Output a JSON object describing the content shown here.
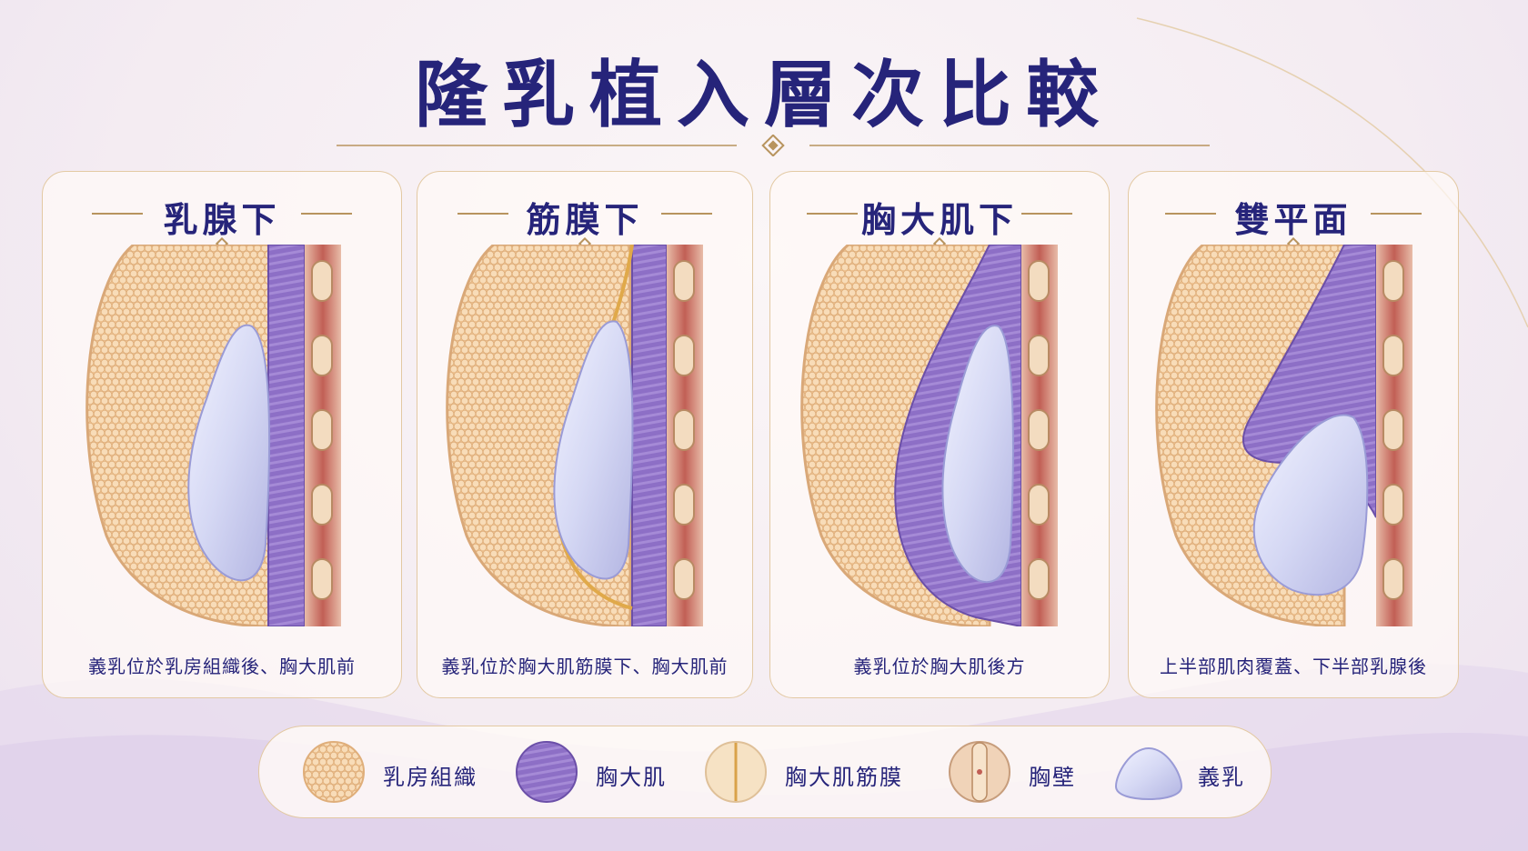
{
  "title": "隆乳植入層次比較",
  "colors": {
    "title_navy": "#26247a",
    "gold": "#b8945e",
    "breast_tissue": "#f4cfa3",
    "pectoralis_muscle": "#8b6cc2",
    "implant": "#d9dcf5",
    "chest_wall_red": "#c9685c"
  },
  "panels": [
    {
      "title": "乳腺下",
      "desc": "義乳位於乳房組織後、胸大肌前"
    },
    {
      "title": "筋膜下",
      "desc": "義乳位於胸大肌筋膜下、胸大肌前"
    },
    {
      "title": "胸大肌下",
      "desc": "義乳位於胸大肌後方"
    },
    {
      "title": "雙平面",
      "desc": "上半部肌肉覆蓋、下半部乳腺後"
    }
  ],
  "legend": [
    {
      "label": "乳房組織",
      "icon": "breast-tissue-icon"
    },
    {
      "label": "胸大肌",
      "icon": "muscle-icon"
    },
    {
      "label": "胸大肌筋膜",
      "icon": "fascia-icon"
    },
    {
      "label": "胸壁",
      "icon": "chest-wall-icon"
    },
    {
      "label": "義乳",
      "icon": "implant-icon"
    }
  ]
}
